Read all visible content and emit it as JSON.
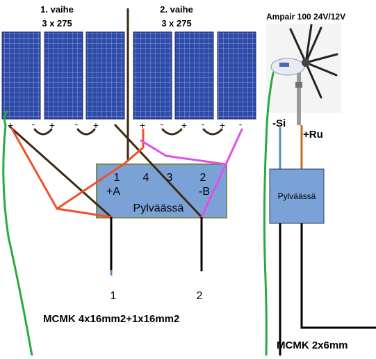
{
  "labels": {
    "phase1_title": "1. vaihe",
    "phase1_count": "3 x 275",
    "phase2_title": "2. vaihe",
    "phase2_count": "3 x 275",
    "turbine_title": "Ampair 100 24V/12V"
  },
  "terminals": [
    "+",
    "-",
    "+",
    "-",
    "+",
    "-",
    "+",
    "-",
    "+",
    "-",
    "+",
    "-"
  ],
  "junction_box": {
    "label": "Pylväässä",
    "t1": "1",
    "t4": "4",
    "t3": "3",
    "t2": "2",
    "plus_a": "+A",
    "minus_b": "-B"
  },
  "turbine_box": {
    "label": "Pylväässä",
    "minus": "-Si",
    "plus": "+Ru"
  },
  "cable_numbers": {
    "left": "1",
    "right": "2"
  },
  "cables": {
    "main": "MCMK 4x16mm2+1x16mm2",
    "turbine": "MCMK 2x6mm"
  },
  "colors": {
    "panel_blue": "#2f4aa8",
    "box_fill": "#7aa2d6",
    "wire_brown": "#3b2a10",
    "wire_red": "#f0502a",
    "wire_magenta": "#e050e8",
    "wire_green": "#2aaa3a",
    "wire_blue": "#5a8ac0",
    "wire_orange": "#c86a1a"
  }
}
